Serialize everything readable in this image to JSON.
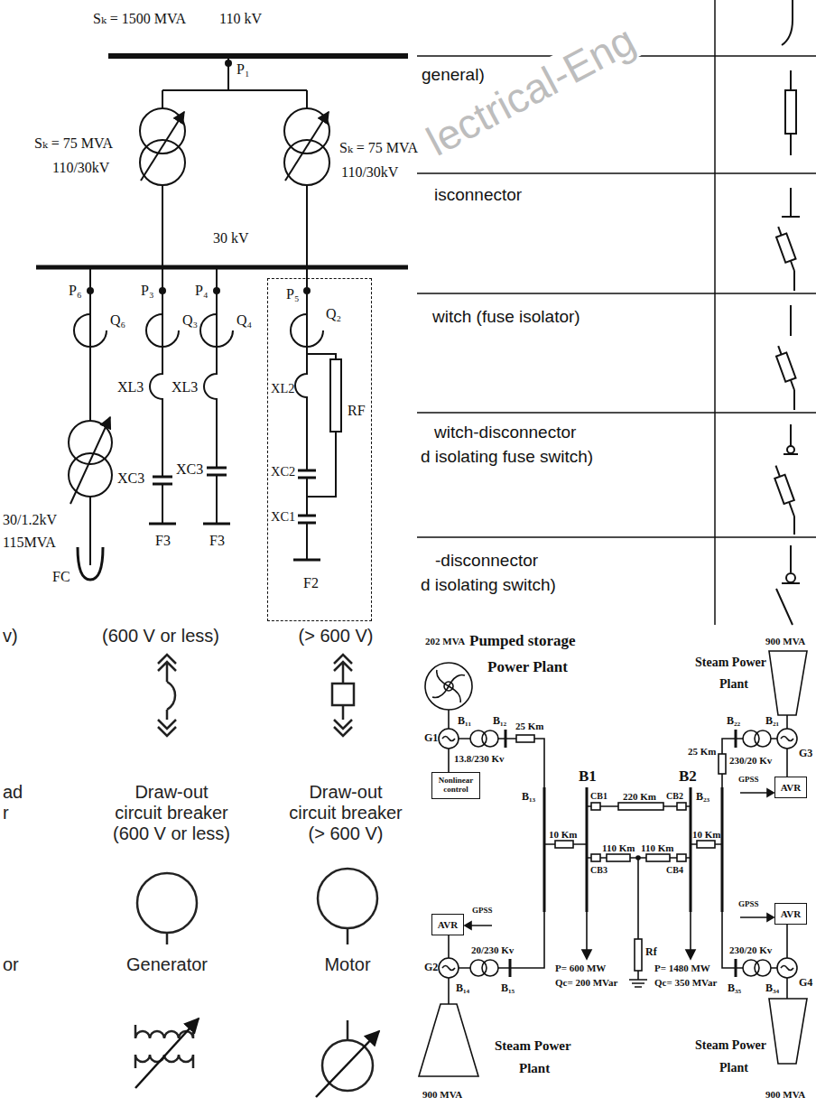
{
  "diagram": {
    "nodes": [
      {
        "text": [
          "P₅",
          "Q₂",
          "XL2",
          "RF",
          "XC2",
          "XC1",
          "F2"
        ]
      },
      {
        "text": [
          "Nonlinear control"
        ]
      },
      {
        "text": [
          "AVR"
        ]
      },
      {
        "text": [
          "AVR"
        ]
      },
      {
        "text": [
          "AVR"
        ]
      }
    ],
    "labels": [
      "Sₖ = 1500 MVA",
      "110 kV",
      "P₁",
      "Sₖ = 75 MVA",
      "110/30kV",
      "Sₖ = 75 MVA",
      "110/30kV",
      "30 kV",
      "P₆",
      "Q₆",
      "P₃",
      "Q₃",
      "P₄",
      "Q₄",
      "XL3",
      "XL3",
      "XC3",
      "XC3",
      "F3",
      "F3",
      "30/1.2kV",
      "115MVA",
      "FC",
      "general)",
      "isconnector",
      "witch (fuse isolator)",
      "witch-disconnector",
      "d isolating fuse switch)",
      "-disconnector",
      "d isolating switch)",
      "lectrical-Eng",
      "v)",
      "(600 V or less)",
      "(> 600 V)",
      "ad",
      "r",
      "Draw-out circuit breaker (600 V or less)",
      "Draw-out circuit breaker (> 600 V)",
      "Generator",
      "or",
      "Motor",
      "202 MVA",
      "Pumped storage",
      "Power Plant",
      "900 MVA",
      "Steam Power",
      "Plant",
      "G1",
      "B₁₁",
      "B₁₂",
      "25 Km",
      "B₂₂",
      "B₂₁",
      "G3",
      "13.8/230 Kv",
      "B1",
      "B2",
      "CB1",
      "220 Km",
      "CB2",
      "B₁₃",
      "25 Km",
      "230/20 Kv",
      "GPSS",
      "B₂₃",
      "10 Km",
      "110 Km",
      "110 Km",
      "10 Km",
      "CB3",
      "CB4",
      "GPSS",
      "GPSS",
      "20/230 Kv",
      "230/20 Kv",
      "Rf",
      "G2",
      "P= 600 MW",
      "Qc= 200 MVar",
      "P= 1480 MW",
      "Qc= 350 MVar",
      "G4",
      "B₁₄",
      "B₁₅",
      "B₃₅",
      "B₃₄",
      "Steam Power",
      "Plant",
      "Steam Power",
      "Plant",
      "900 MVA",
      "900 MVA"
    ]
  }
}
